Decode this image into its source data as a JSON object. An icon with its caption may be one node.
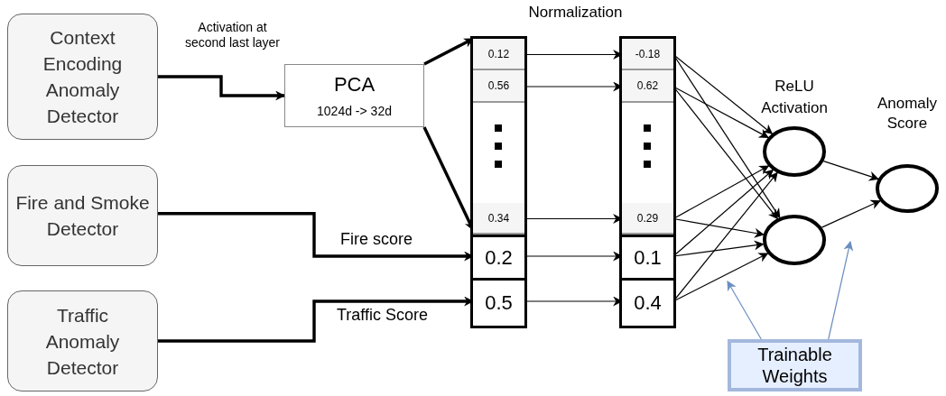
{
  "diagram": {
    "nodes": [
      {
        "text": [
          "Context Encoding Anomaly Detector"
        ]
      },
      {
        "text": [
          "Fire and Smoke Detector"
        ]
      },
      {
        "text": [
          "Traffic Anomaly Detector"
        ]
      },
      {
        "text": [
          "PCA",
          "1024d -> 32d"
        ]
      },
      {
        "text": [],
        "shape": "box"
      },
      {
        "text": [
          "0.12"
        ],
        "in": 4
      },
      {
        "text": [
          "0.56"
        ],
        "in": 4
      },
      {
        "text": [
          "0.34"
        ],
        "in": 4
      },
      {
        "text": [
          "0.2"
        ],
        "in": 4
      },
      {
        "text": [
          "0.5"
        ],
        "in": 4
      },
      {
        "text": [],
        "shape": "box"
      },
      {
        "text": [
          "-0.18"
        ],
        "in": 10
      },
      {
        "text": [
          "0.62"
        ],
        "in": 10
      },
      {
        "text": [
          "0.29"
        ],
        "in": 10
      },
      {
        "text": [
          "0.1"
        ],
        "in": 10
      },
      {
        "text": [
          "0.4"
        ],
        "in": 10
      },
      {
        "text": [],
        "shape": "circle"
      },
      {
        "text": [],
        "shape": "circle"
      },
      {
        "text": [],
        "shape": "circle",
        "beside": [
          "Anomaly Score"
        ]
      },
      {
        "text": [
          "Trainable Weights"
        ]
      }
    ],
    "edges": [
      {
        "from": 0,
        "to": 3,
        "arrow": "to",
        "label": "Activation at second last layer",
        "style": "thick"
      },
      {
        "from": 3,
        "to": 5,
        "arrow": "to",
        "style": "thick"
      },
      {
        "from": 3,
        "to": 7,
        "arrow": "to",
        "style": "thick"
      },
      {
        "from": 1,
        "to": 8,
        "arrow": "to",
        "label": "Fire score",
        "style": "thick"
      },
      {
        "from": 2,
        "to": 9,
        "arrow": "to",
        "label": "Traffic Score",
        "style": "thick"
      },
      {
        "from": 5,
        "to": 11,
        "arrow": "to"
      },
      {
        "from": 6,
        "to": 12,
        "arrow": "to"
      },
      {
        "from": 7,
        "to": 13,
        "arrow": "to"
      },
      {
        "from": 8,
        "to": 14,
        "arrow": "to"
      },
      {
        "from": 9,
        "to": 15,
        "arrow": "to"
      },
      {
        "from": 11,
        "to": 16,
        "arrow": "to"
      },
      {
        "from": 11,
        "to": 17,
        "arrow": "to"
      },
      {
        "from": 12,
        "to": 16,
        "arrow": "to"
      },
      {
        "from": 12,
        "to": 17,
        "arrow": "to"
      },
      {
        "from": 13,
        "to": 16,
        "arrow": "to"
      },
      {
        "from": 13,
        "to": 17,
        "arrow": "to"
      },
      {
        "from": 14,
        "to": 16,
        "arrow": "to"
      },
      {
        "from": 14,
        "to": 17,
        "arrow": "to"
      },
      {
        "from": 15,
        "to": 16,
        "arrow": "to"
      },
      {
        "from": 15,
        "to": 17,
        "arrow": "to"
      },
      {
        "from": 16,
        "to": 18,
        "arrow": "to"
      },
      {
        "from": 17,
        "to": 18,
        "arrow": "to"
      },
      {
        "from": 19,
        "to": null,
        "arrow": "to",
        "color": "#6c8ebf"
      },
      {
        "from": 19,
        "to": null,
        "arrow": "to",
        "color": "#6c8ebf"
      }
    ],
    "labels": [
      "Normalization",
      "ReLU Activation"
    ]
  }
}
